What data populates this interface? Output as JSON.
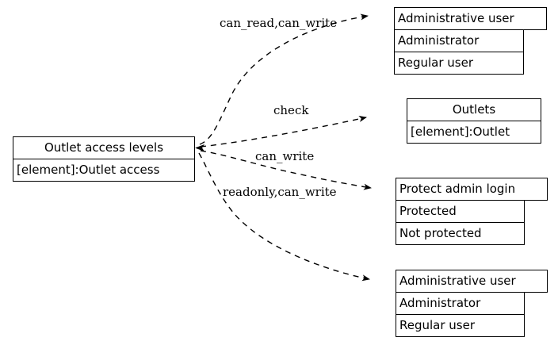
{
  "diagram": {
    "type": "entity-relationship-record-graph",
    "background_color": "#ffffff",
    "line_color": "#000000",
    "text_color": "#000000",
    "edge_style": "dashed",
    "source_node": {
      "title": "Outlet access levels",
      "field": "[element]:Outlet access"
    },
    "targets": [
      {
        "title": "Administrative user",
        "rows": [
          "Administrator",
          "Regular user"
        ],
        "edge_label": "can_read,can_write"
      },
      {
        "title": "Outlets",
        "rows": [
          "[element]:Outlet"
        ],
        "edge_label": "check"
      },
      {
        "title": "Protect admin login",
        "rows": [
          "Protected",
          "Not protected"
        ],
        "edge_label": "can_write"
      },
      {
        "title": "Administrative user",
        "rows": [
          "Administrator",
          "Regular user"
        ],
        "edge_label": "readonly,can_write"
      }
    ]
  }
}
